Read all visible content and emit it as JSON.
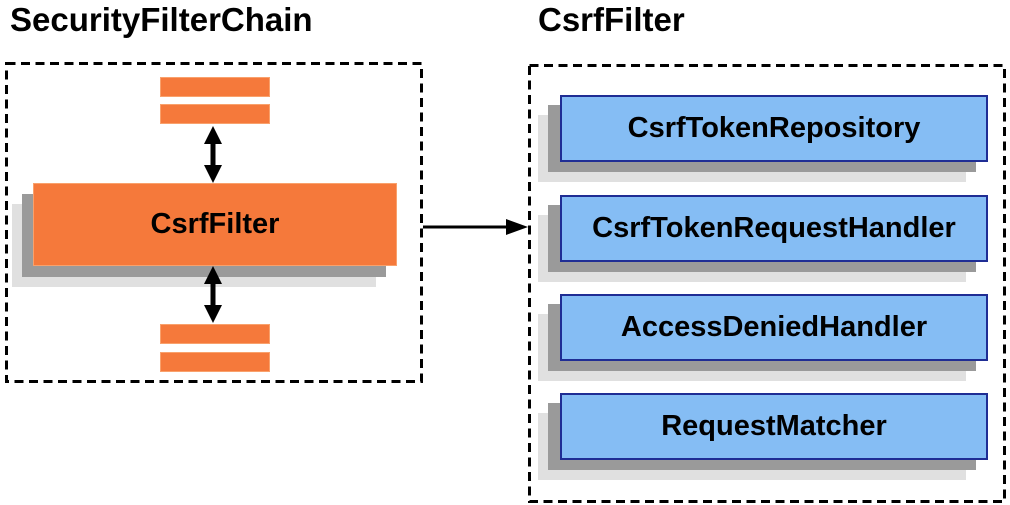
{
  "left_panel": {
    "title": "SecurityFilterChain",
    "filter_box_label": "CsrfFilter",
    "placeholder_bars": "other-filters-placeholders"
  },
  "right_panel": {
    "title": "CsrfFilter",
    "components": [
      "CsrfTokenRepository",
      "CsrfTokenRequestHandler",
      "AccessDeniedHandler",
      "RequestMatcher"
    ]
  },
  "connectors": {
    "horizontal_arrow": "csrffilter-to-collaborators",
    "vertical_arrows": "filter-chain-flow"
  },
  "colors": {
    "orange_fill": "#F5793B",
    "orange_border": "#F9A16C",
    "blue_fill": "#85BDF4",
    "blue_border": "#1F2D94",
    "shadow_dark": "#9A9A9A",
    "shadow_light": "#E0E0E0",
    "dashed_border": "#000000",
    "arrow": "#000000",
    "text": "#000000"
  }
}
